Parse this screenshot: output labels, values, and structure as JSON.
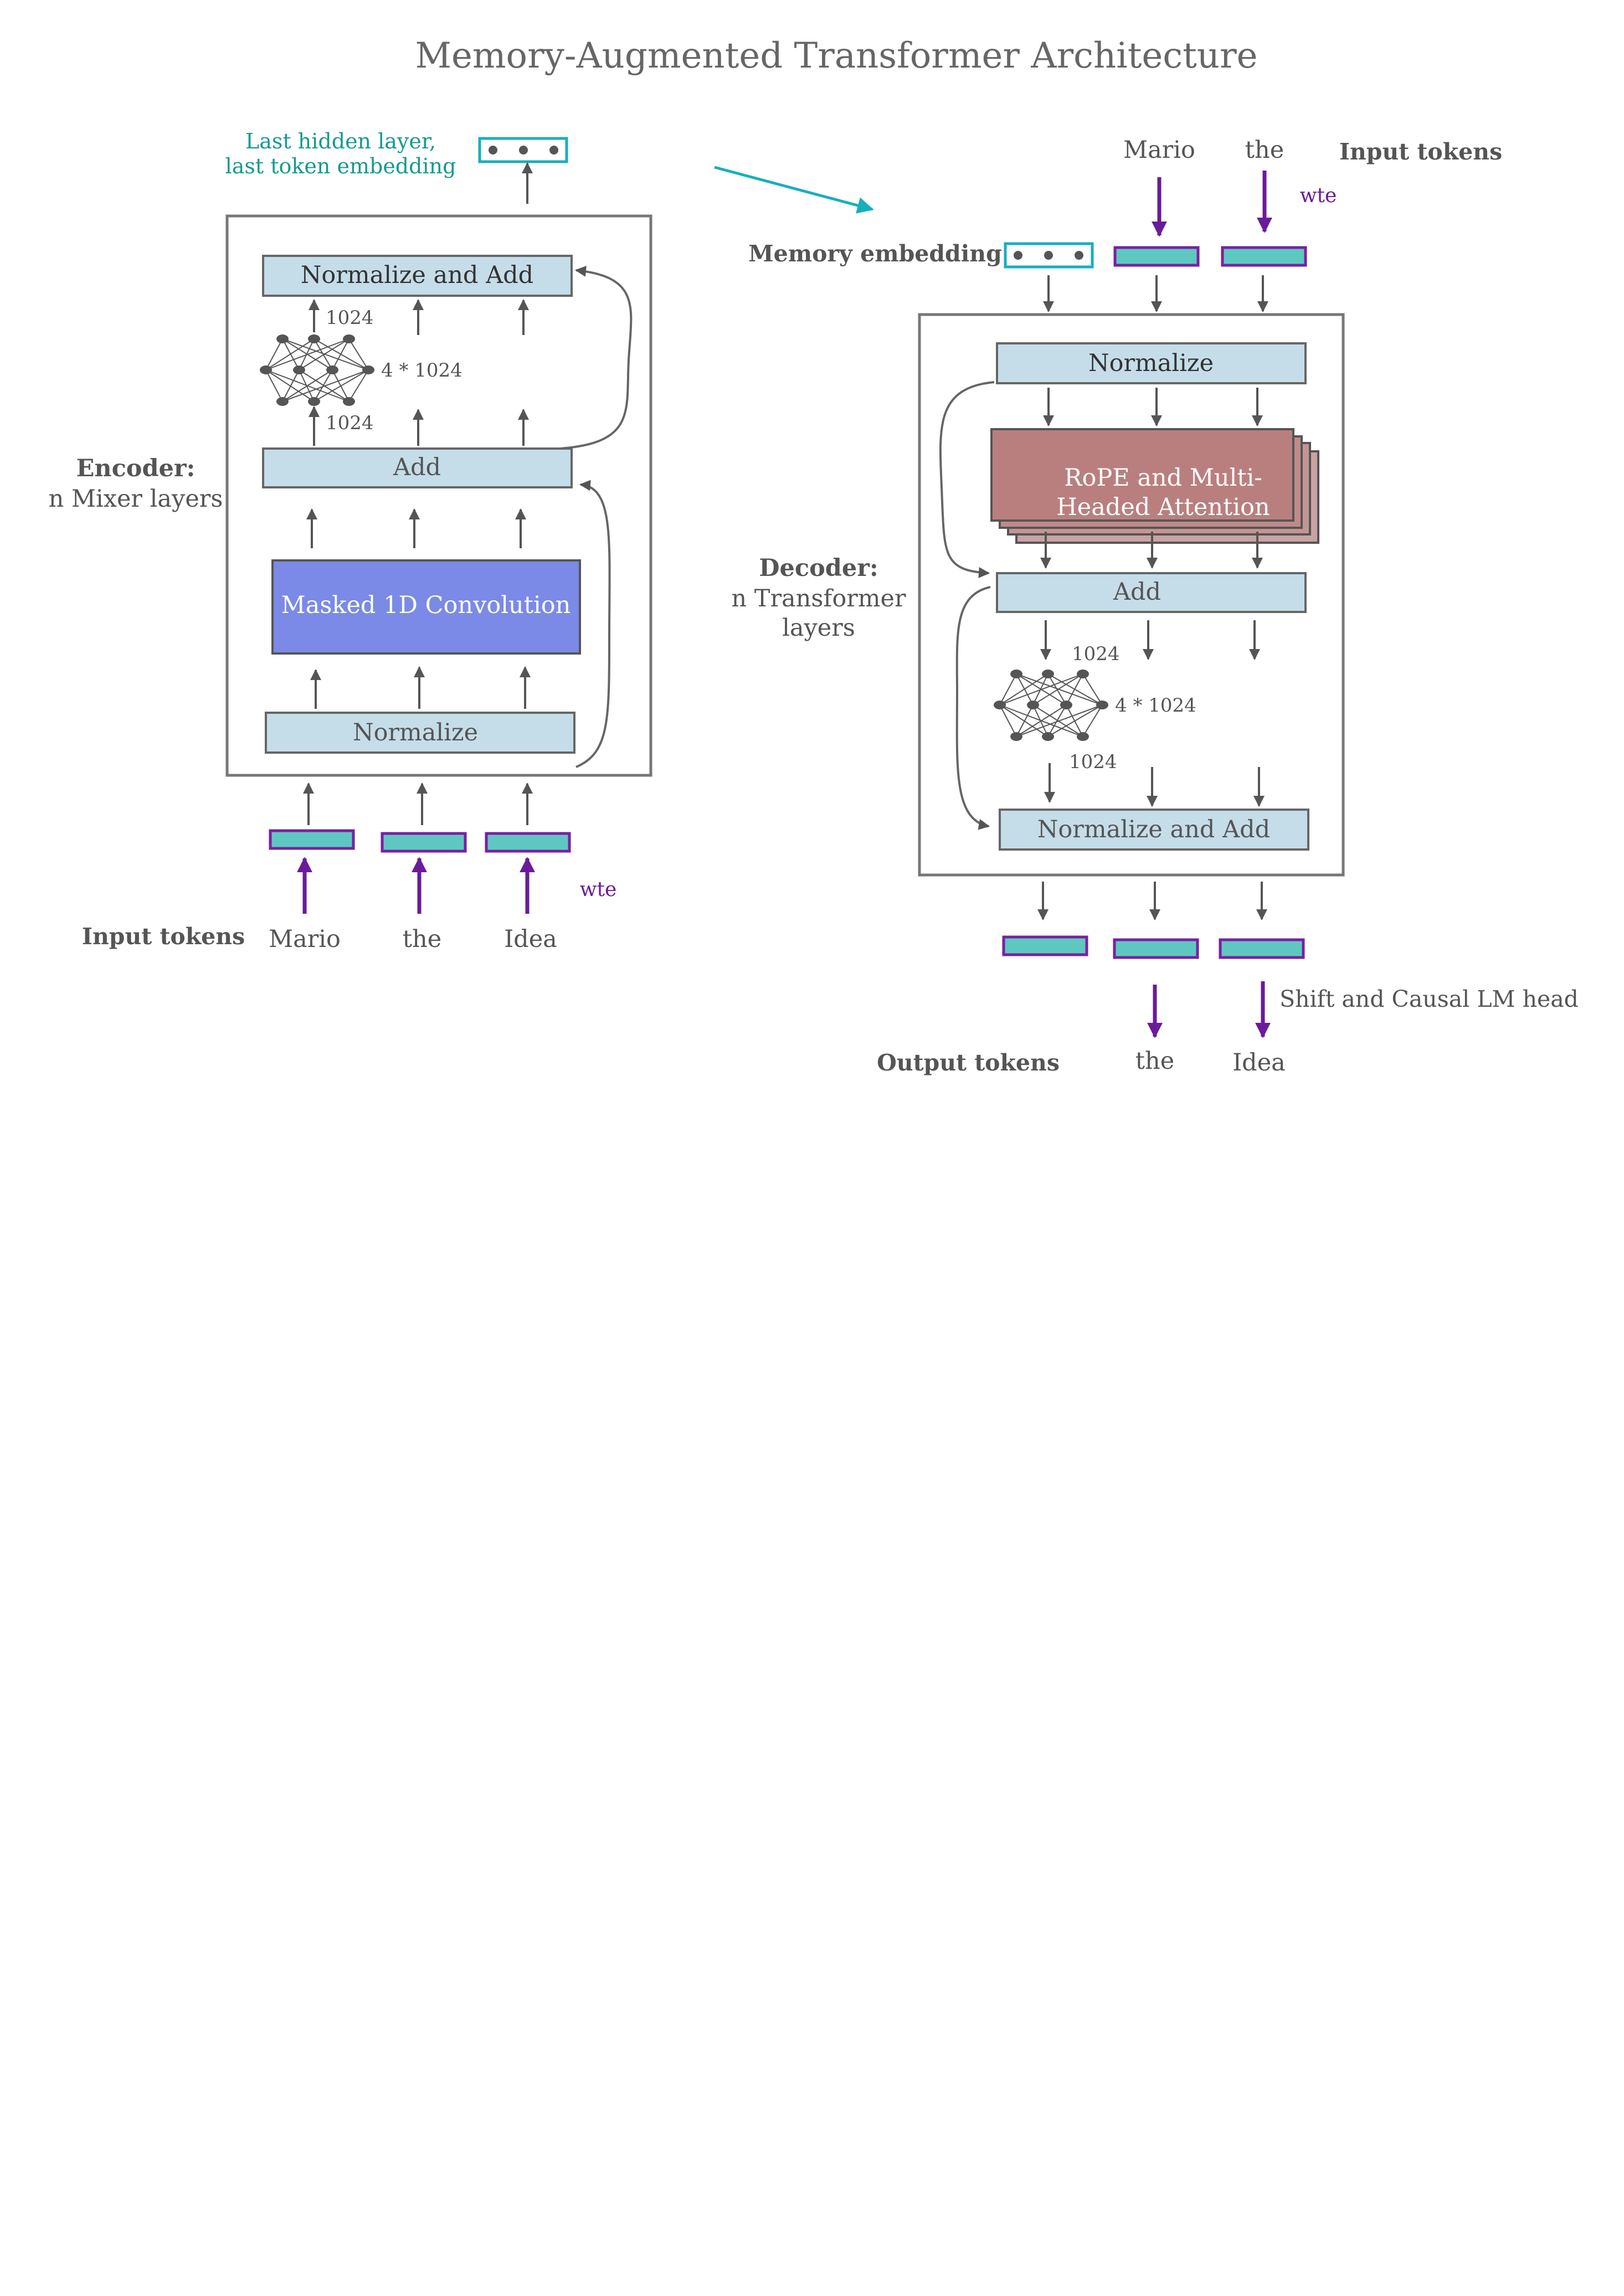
{
  "title": "Memory-Augmented Transformer Architecture",
  "colors": {
    "text": "#555555",
    "arrow": "#555555",
    "box_fill": "#c5dde9",
    "box_stroke": "#666666",
    "conv_fill": "#7b8ae6",
    "attention_fill": "#c08a8a",
    "token_fill": "#5ec8c0",
    "token_stroke": "#7a1fa2",
    "wte": "#6a1b9a",
    "memory": "#19aebd",
    "memory_label": "#159a8f"
  },
  "encoder": {
    "side_label_bold": "Encoder:",
    "side_label": "n Mixer layers",
    "output_label_line1": "Last hidden layer,",
    "output_label_line2": "last token embedding",
    "normalize_add": "Normalize and Add",
    "mlp_out": "1024",
    "mlp_hidden": "4 * 1024",
    "mlp_in": "1024",
    "add": "Add",
    "conv": "Masked 1D Convolution",
    "normalize": "Normalize",
    "input_label": "Input tokens",
    "wte": "wte",
    "tokens": [
      "Mario",
      "the",
      "Idea"
    ]
  },
  "decoder": {
    "side_label_bold": "Decoder:",
    "side_label_line1": "n Transformer",
    "side_label_line2": "layers",
    "input_label": "Input tokens",
    "tokens": [
      "Mario",
      "the"
    ],
    "wte": "wte",
    "memory_label": "Memory embedding",
    "normalize": "Normalize",
    "attention_line1": "RoPE and Multi-",
    "attention_line2": "Headed Attention",
    "add": "Add",
    "mlp_in": "1024",
    "mlp_hidden": "4 * 1024",
    "mlp_out": "1024",
    "normalize_add": "Normalize and Add",
    "head_label": "Shift and Causal LM head",
    "output_label": "Output tokens",
    "output_tokens": [
      "the",
      "Idea"
    ]
  }
}
